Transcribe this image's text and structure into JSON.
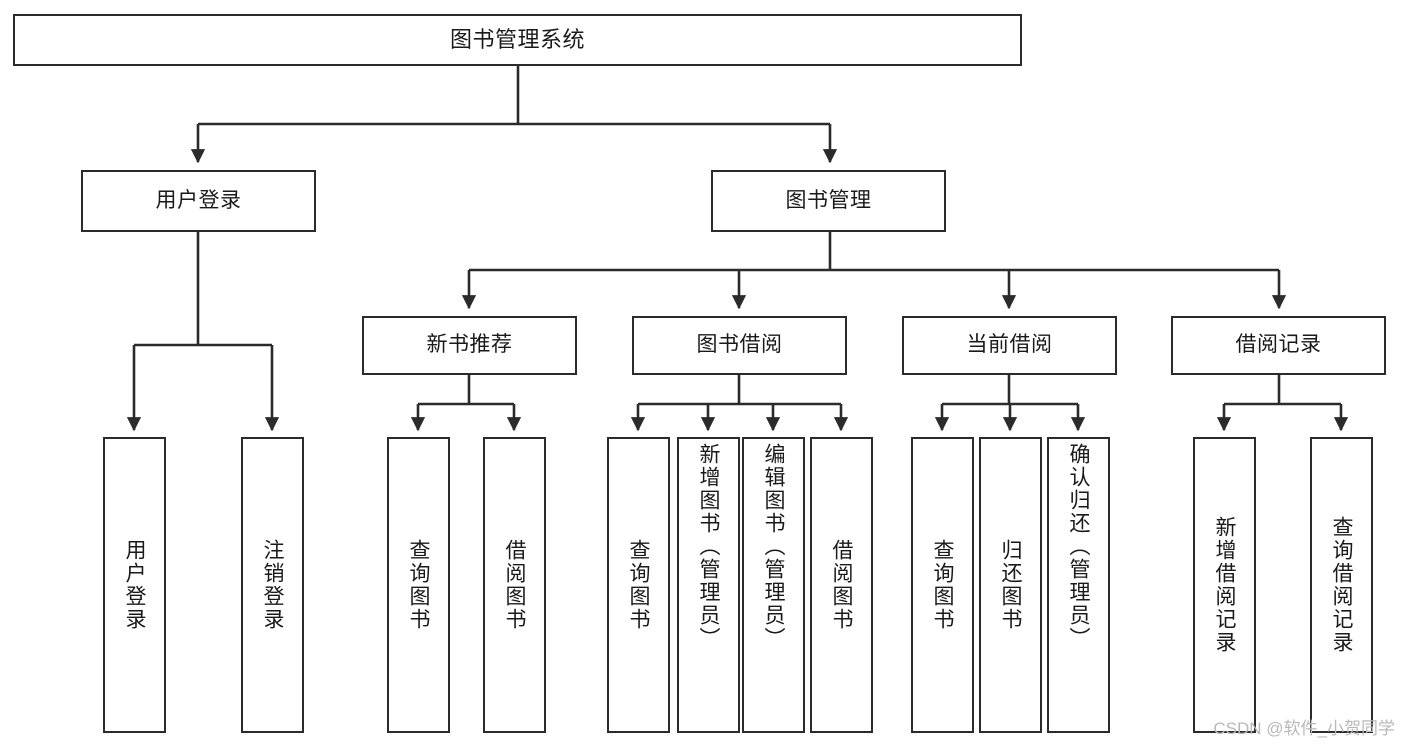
{
  "diagram": {
    "title": "图书管理系统",
    "type": "tree-hierarchy-diagram",
    "orientation": "top-down",
    "colors": {
      "box_border": "#2b2b2b",
      "box_fill": "#ffffff",
      "connector": "#2b2b2b",
      "text": "#1a1a1a",
      "watermark": "#b9b9b9",
      "background": "#ffffff"
    },
    "root": {
      "label": "图书管理系统",
      "text_direction": "horizontal"
    },
    "level2": [
      {
        "label": "用户登录",
        "text_direction": "horizontal"
      },
      {
        "label": "图书管理",
        "text_direction": "horizontal"
      }
    ],
    "level3": [
      {
        "label": "新书推荐",
        "text_direction": "horizontal",
        "parent": "图书管理"
      },
      {
        "label": "图书借阅",
        "text_direction": "horizontal",
        "parent": "图书管理"
      },
      {
        "label": "当前借阅",
        "text_direction": "horizontal",
        "parent": "图书管理"
      },
      {
        "label": "借阅记录",
        "text_direction": "horizontal",
        "parent": "图书管理"
      }
    ],
    "leaves": [
      {
        "label": "用户登录",
        "parent": "用户登录",
        "text_direction": "vertical"
      },
      {
        "label": "注销登录",
        "parent": "用户登录",
        "text_direction": "vertical"
      },
      {
        "label": "查询图书",
        "parent": "新书推荐",
        "text_direction": "vertical"
      },
      {
        "label": "借阅图书",
        "parent": "新书推荐",
        "text_direction": "vertical"
      },
      {
        "label": "查询图书",
        "parent": "图书借阅",
        "text_direction": "vertical"
      },
      {
        "label": "新增图书（管理员）",
        "parent": "图书借阅",
        "text_direction": "vertical"
      },
      {
        "label": "编辑图书（管理员）",
        "parent": "图书借阅",
        "text_direction": "vertical"
      },
      {
        "label": "借阅图书",
        "parent": "图书借阅",
        "text_direction": "vertical"
      },
      {
        "label": "查询图书",
        "parent": "当前借阅",
        "text_direction": "vertical"
      },
      {
        "label": "归还图书",
        "parent": "当前借阅",
        "text_direction": "vertical"
      },
      {
        "label": "确认归还（管理员）",
        "parent": "当前借阅",
        "text_direction": "vertical"
      },
      {
        "label": "新增借阅记录",
        "parent": "借阅记录",
        "text_direction": "vertical"
      },
      {
        "label": "查询借阅记录",
        "parent": "借阅记录",
        "text_direction": "vertical"
      }
    ]
  },
  "watermark": {
    "text": "CSDN @软件_小贺同学"
  }
}
